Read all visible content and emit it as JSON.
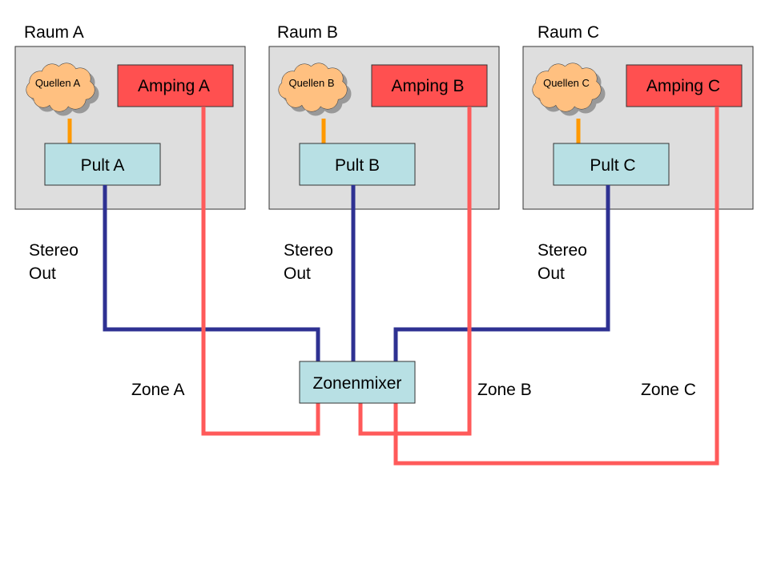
{
  "rooms": [
    {
      "id": "a",
      "title": "Raum A",
      "sources": "Quellen A",
      "amp": "Amping A",
      "desk": "Pult A",
      "out_label_1": "Stereo",
      "out_label_2": "Out",
      "zone": "Zone A"
    },
    {
      "id": "b",
      "title": "Raum B",
      "sources": "Quellen B",
      "amp": "Amping B",
      "desk": "Pult B",
      "out_label_1": "Stereo",
      "out_label_2": "Out",
      "zone": "Zone B"
    },
    {
      "id": "c",
      "title": "Raum C",
      "sources": "Quellen C",
      "amp": "Amping C",
      "desk": "Pult C",
      "out_label_1": "Stereo",
      "out_label_2": "Out",
      "zone": "Zone C"
    }
  ],
  "mixer": {
    "label": "Zonenmixer"
  },
  "colors": {
    "room_fill": "#dedede",
    "amp_fill": "#ff5050",
    "desk_fill": "#b8e0e4",
    "cloud_fill": "#ffc080",
    "stereo_wire": "#2e3192",
    "zone_wire": "#ff5a5a",
    "source_link": "#ff9900"
  }
}
